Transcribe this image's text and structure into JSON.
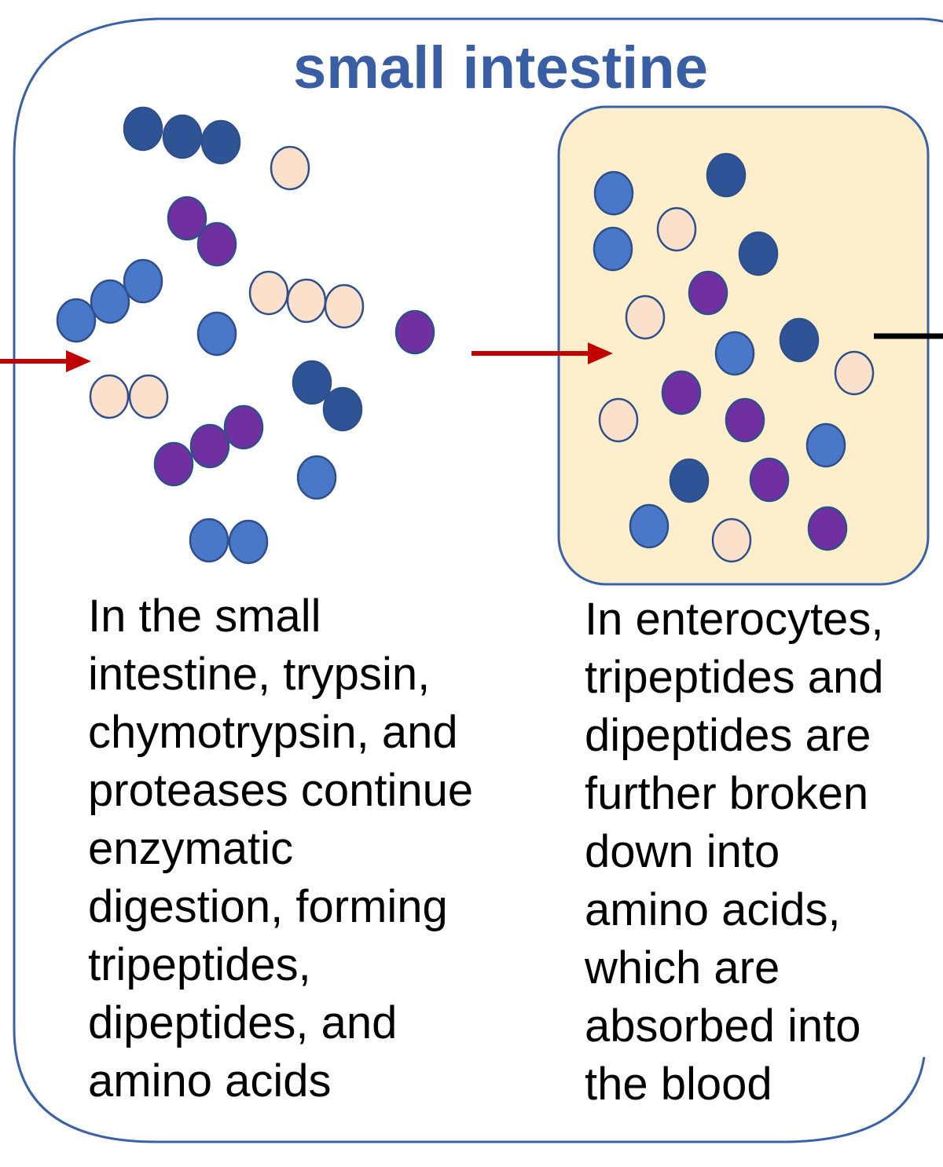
{
  "title": "small intestine",
  "colors": {
    "border": "#3a61a6",
    "title": "#3a5ea4",
    "enterocyte_fill": "#fdefcc",
    "arrow": "#c00000",
    "amino_dark": "#2f5495",
    "amino_medium": "#4a78c9",
    "amino_purple": "#7030a0",
    "amino_light": "#fbe0cc",
    "bead_stroke": "#2f4f8a",
    "connector": "#000000"
  },
  "left_caption": {
    "lines": [
      "In the small",
      "intestine, trypsin,",
      "chymotrypsin, and",
      "proteases continue",
      "enzymatic",
      "digestion, forming",
      "tripeptides,",
      "dipeptides, and",
      "amino acids"
    ]
  },
  "right_caption": {
    "lines": [
      "In enterocytes,",
      "tripeptides and",
      "dipeptides are",
      "further broken",
      "down into",
      "amino acids,",
      "which are",
      "absorbed into",
      "the blood"
    ]
  },
  "peptide_groups": [
    {
      "kind": "tripeptide",
      "color": "amino_dark"
    },
    {
      "kind": "amino-acid",
      "color": "amino_light"
    },
    {
      "kind": "dipeptide",
      "color": "amino_purple"
    },
    {
      "kind": "tripeptide",
      "color": "amino_medium"
    },
    {
      "kind": "amino-acid",
      "color": "amino_medium"
    },
    {
      "kind": "tripeptide",
      "color": "amino_light"
    },
    {
      "kind": "amino-acid",
      "color": "amino_purple"
    },
    {
      "kind": "dipeptide",
      "color": "amino_light"
    },
    {
      "kind": "dipeptide",
      "color": "amino_dark"
    },
    {
      "kind": "tripeptide",
      "color": "amino_purple"
    },
    {
      "kind": "amino-acid",
      "color": "amino_medium"
    },
    {
      "kind": "dipeptide",
      "color": "amino_medium"
    }
  ],
  "enterocyte_amino_acids": [
    "amino_medium",
    "amino_dark",
    "amino_medium",
    "amino_light",
    "amino_dark",
    "amino_purple",
    "amino_light",
    "amino_medium",
    "amino_dark",
    "amino_light",
    "amino_purple",
    "amino_light",
    "amino_purple",
    "amino_medium",
    "amino_dark",
    "amino_purple",
    "amino_medium",
    "amino_light",
    "amino_purple"
  ]
}
